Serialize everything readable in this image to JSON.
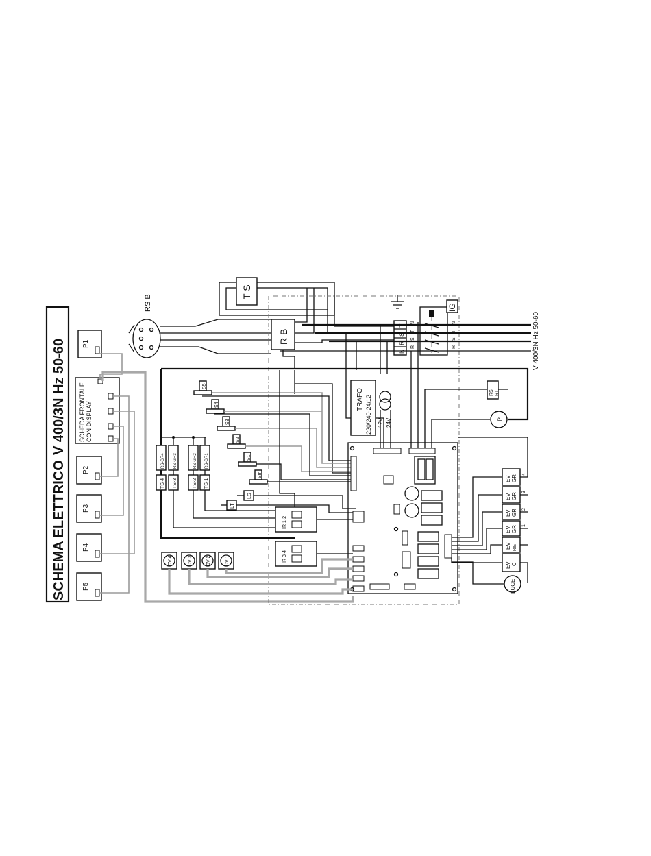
{
  "title": "SCHEMA ELETTRICO",
  "voltage_title": "V 400/3N Hz 50-60",
  "supply_label": "V 400/3N Hz 50-60",
  "frontal_board": {
    "line1": "SCHEDA FRONTALE",
    "line2": "CON DISPLAY"
  },
  "buttons": [
    "P1",
    "P2",
    "P3",
    "P4",
    "P5"
  ],
  "rsb": "RS B",
  "ts_box": "T S",
  "rb_box": "R B",
  "ig": "IG",
  "terminal_top": [
    "N",
    "R",
    "S",
    "T"
  ],
  "terminal_phase": [
    "N",
    "T",
    "S",
    "R"
  ],
  "terminal_out": [
    "N",
    "T",
    "S",
    "R"
  ],
  "trafo": {
    "name": "TRAFO",
    "spec": "220/240-24/12",
    "v12": "12V",
    "v24": "24V"
  },
  "rsrt": {
    "line1": "RS",
    "line2": "RT"
  },
  "pump": "P",
  "sensors": [
    "S5",
    "S4",
    "S3",
    "S2",
    "S1",
    "Sm"
  ],
  "ls": "LS",
  "lt": "LT",
  "gr_resistors": [
    "RS-GR4",
    "RS-GR3",
    "RS-GR2",
    "RS-GR1"
  ],
  "ts_probes": [
    "TS-4",
    "TS-3",
    "TS-2",
    "TS-1"
  ],
  "relay_labels": [
    "IR 1-2",
    "IR 3-4"
  ],
  "dosers": [
    "DV 4",
    "DV 3",
    "DV 2",
    "DV 1"
  ],
  "valves": [
    {
      "l1": "EV",
      "l2": "GR",
      "n": "4"
    },
    {
      "l1": "EV",
      "l2": "GR",
      "n": "3"
    },
    {
      "l1": "EV",
      "l2": "GR",
      "n": "2"
    },
    {
      "l1": "EV",
      "l2": "GR",
      "n": "1"
    },
    {
      "l1": "EV",
      "l2": "RIE",
      "n": ""
    },
    {
      "l1": "EV",
      "l2": "C",
      "n": ""
    }
  ],
  "luce": "LUCE"
}
